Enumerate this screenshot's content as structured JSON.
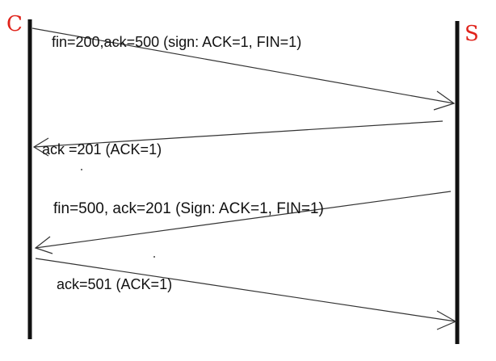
{
  "diagram": {
    "type": "sequence",
    "participants": {
      "client": "C",
      "server": "S"
    },
    "messages": [
      {
        "from": "client",
        "to": "server",
        "label": "fin=200,ack=500 (sign: ACK=1, FIN=1)"
      },
      {
        "from": "server",
        "to": "client",
        "label": "ack =201 (ACK=1)"
      },
      {
        "from": "server",
        "to": "client",
        "label": "fin=500, ack=201 (Sign: ACK=1, FIN=1)"
      },
      {
        "from": "client",
        "to": "server",
        "label": "ack=501 (ACK=1)"
      }
    ]
  },
  "colors": {
    "participant_label": "#e0231b",
    "lines": "#111111",
    "arrows": "#333333",
    "text": "#111111"
  }
}
